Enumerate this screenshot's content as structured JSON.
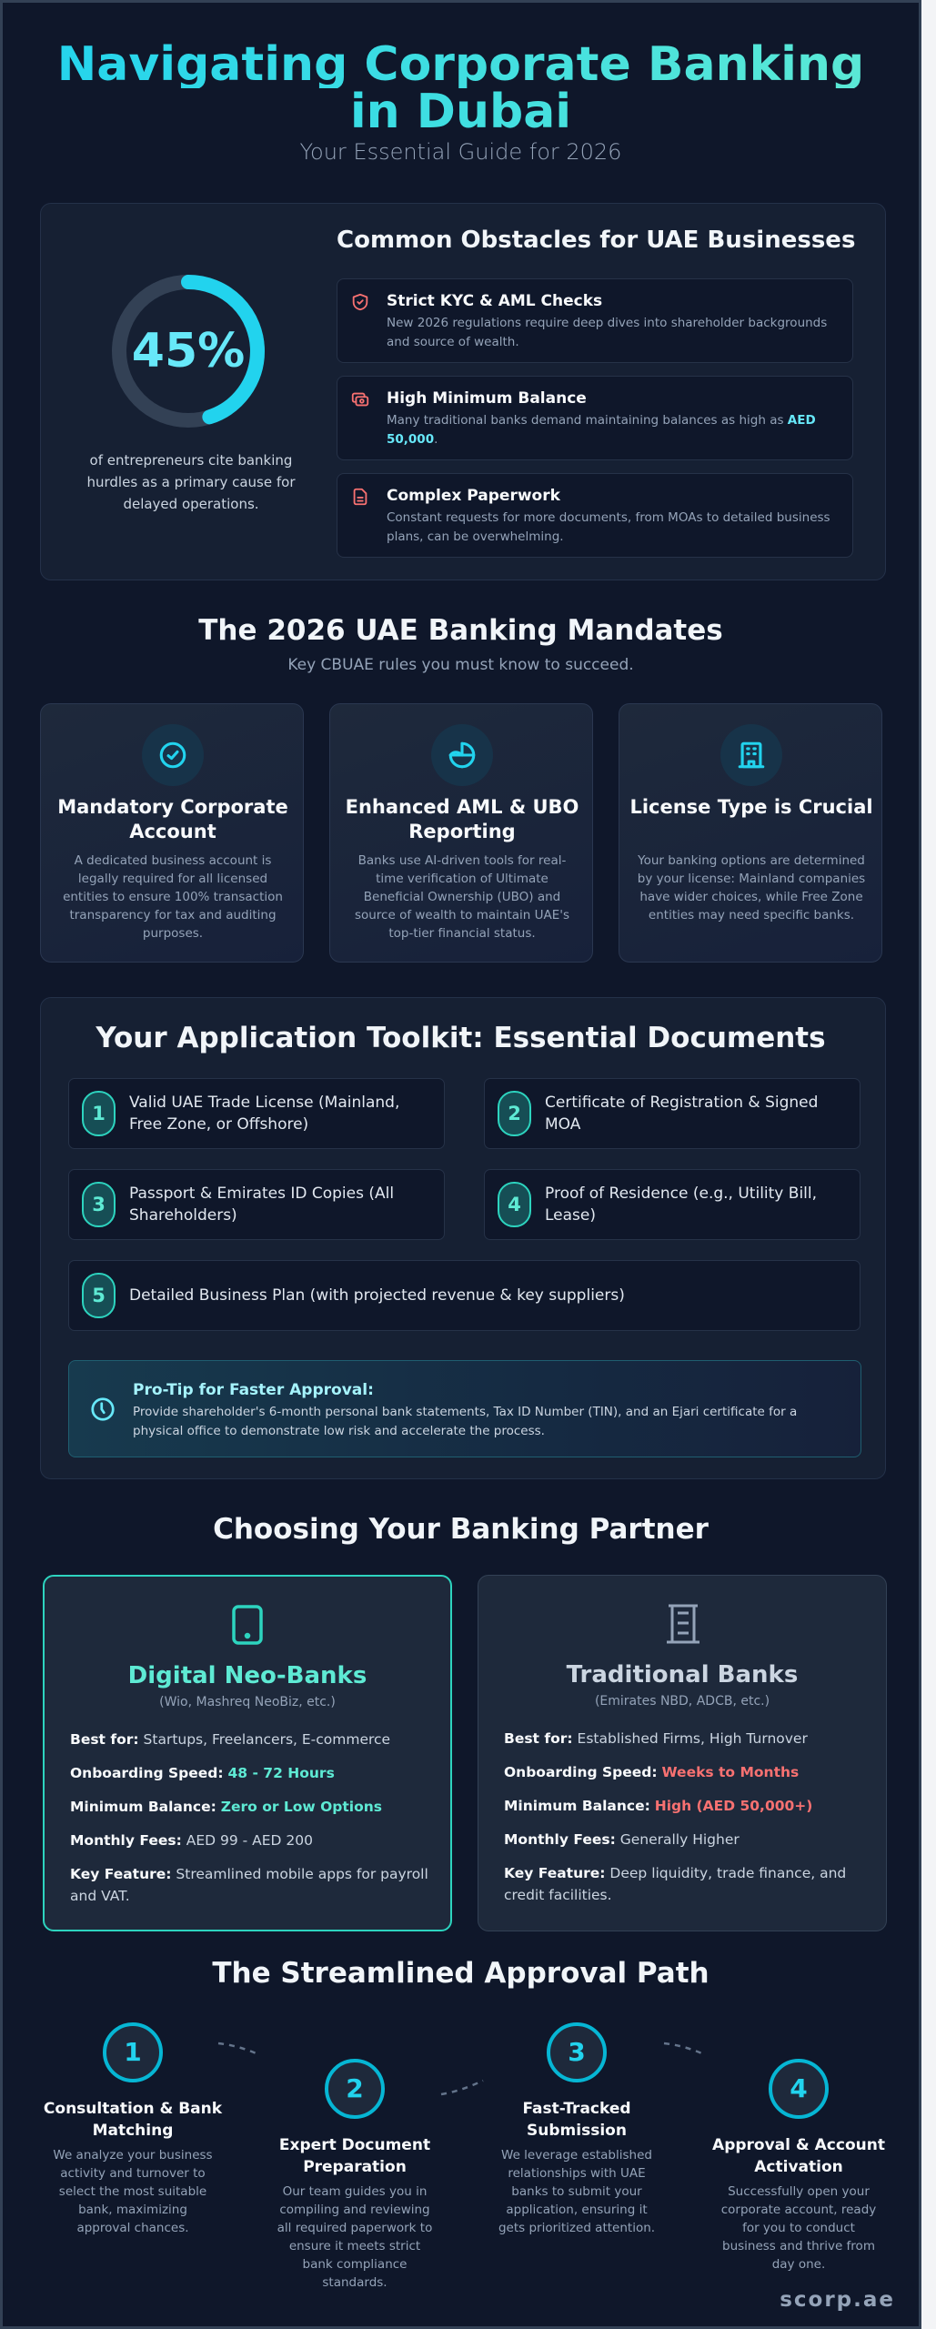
{
  "header": {
    "title_line1": "Navigating Corporate Banking",
    "title_line2": "in Dubai",
    "subtitle": "Your Essential Guide for 2026"
  },
  "obstacles": {
    "stat_value": "45%",
    "stat_percent": 45,
    "stat_caption": "of entrepreneurs cite banking hurdles as a primary cause for delayed operations.",
    "title": "Common Obstacles for UAE Businesses",
    "items": [
      {
        "icon": "shield-check-icon",
        "title": "Strict KYC & AML Checks",
        "text": "New 2026 regulations require deep dives into shareholder backgrounds and source of wealth."
      },
      {
        "icon": "cash-icon",
        "title": "High Minimum Balance",
        "text_before": "Many traditional banks demand maintaining balances as high as ",
        "highlight": "AED 50,000",
        "text_after": "."
      },
      {
        "icon": "document-icon",
        "title": "Complex Paperwork",
        "text": "Constant requests for more documents, from MOAs to detailed business plans, can be overwhelming."
      }
    ]
  },
  "mandates": {
    "title": "The 2026 UAE Banking Mandates",
    "subtitle": "Key CBUAE rules you must know to succeed.",
    "items": [
      {
        "icon": "check-circle-icon",
        "title": "Mandatory Corporate Account",
        "text": "A dedicated business account is legally required for all licensed entities to ensure 100% transaction transparency for tax and auditing purposes."
      },
      {
        "icon": "globe-chart-icon",
        "title": "Enhanced AML & UBO Reporting",
        "text": "Banks use AI-driven tools for real-time verification of Ultimate Beneficial Ownership (UBO) and source of wealth to maintain UAE's top-tier financial status."
      },
      {
        "icon": "building-icon",
        "title": "License Type is Crucial",
        "text": "Your banking options are determined by your license: Mainland companies have wider choices, while Free Zone entities may need specific banks."
      }
    ]
  },
  "toolkit": {
    "title": "Your Application Toolkit: Essential Documents",
    "documents": [
      {
        "num": "1",
        "text": "Valid UAE Trade License (Mainland, Free Zone, or Offshore)"
      },
      {
        "num": "2",
        "text": "Certificate of Registration & Signed MOA"
      },
      {
        "num": "3",
        "text": "Passport & Emirates ID Copies (All Shareholders)"
      },
      {
        "num": "4",
        "text": "Proof of Residence (e.g., Utility Bill, Lease)"
      },
      {
        "num": "5",
        "text": "Detailed Business Plan (with projected revenue & key suppliers)"
      }
    ],
    "protip": {
      "icon": "clock-icon",
      "title": "Pro-Tip for Faster Approval:",
      "text": "Provide shareholder's 6-month personal bank statements, Tax ID Number (TIN), and an Ejari certificate for a physical office to demonstrate low risk and accelerate the process."
    }
  },
  "banks": {
    "title": "Choosing Your Banking Partner",
    "neo": {
      "icon": "mobile-phone-icon",
      "name": "Digital Neo-Banks",
      "examples": "(Wio, Mashreq NeoBiz, etc.)",
      "rows": [
        {
          "label": "Best for:",
          "value": "Startups, Freelancers, E-commerce"
        },
        {
          "label": "Onboarding Speed:",
          "value": "48 - 72 Hours"
        },
        {
          "label": "Minimum Balance:",
          "value": "Zero or Low Options"
        },
        {
          "label": "Monthly Fees:",
          "value": "AED 99 - AED 200"
        },
        {
          "label": "Key Feature:",
          "value": "Streamlined mobile apps for payroll and VAT."
        }
      ]
    },
    "traditional": {
      "icon": "bank-building-icon",
      "name": "Traditional Banks",
      "examples": "(Emirates NBD, ADCB, etc.)",
      "rows": [
        {
          "label": "Best for:",
          "value": "Established Firms, High Turnover"
        },
        {
          "label": "Onboarding Speed:",
          "value": "Weeks to Months"
        },
        {
          "label": "Minimum Balance:",
          "value": "High (AED 50,000+)"
        },
        {
          "label": "Monthly Fees:",
          "value": "Generally Higher"
        },
        {
          "label": "Key Feature:",
          "value": "Deep liquidity, trade finance, and credit facilities."
        }
      ]
    }
  },
  "approval": {
    "title": "The Streamlined Approval Path",
    "steps": [
      {
        "num": "1",
        "title": "Consultation & Bank Matching",
        "text": "We analyze your business activity and turnover to select the most suitable bank, maximizing approval chances."
      },
      {
        "num": "2",
        "title": "Expert Document Preparation",
        "text": "Our team guides you in compiling and reviewing all required paperwork to ensure it meets strict bank compliance standards."
      },
      {
        "num": "3",
        "title": "Fast-Tracked Submission",
        "text": "We leverage established relationships with UAE banks to submit your application, ensuring it gets prioritized attention."
      },
      {
        "num": "4",
        "title": "Approval & Account Activation",
        "text": "Successfully open your corporate account, ready for you to conduct business and thrive from day one."
      }
    ]
  },
  "footer": {
    "brand": "scorp.ae"
  },
  "colors": {
    "background": "#0f172a",
    "card": "#1e293b",
    "accent_cyan": "#22d3ee",
    "accent_teal": "#2dd4bf",
    "warning_red": "#f87171",
    "muted_text": "#94a3b8"
  }
}
